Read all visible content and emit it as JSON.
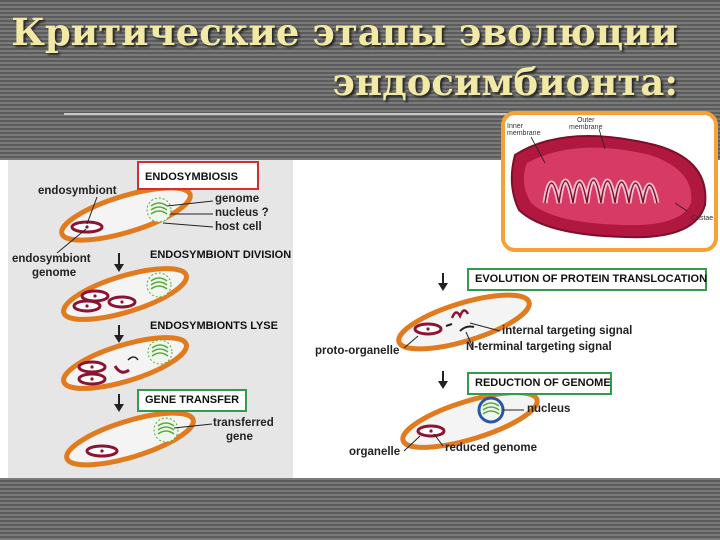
{
  "title": {
    "line1": "Критические этапы эволюции",
    "line2": "эндосимбионта:"
  },
  "stages": {
    "endosymbiosis": "ENDOSYMBIOSIS",
    "endosymbiont_division": "ENDOSYMBIONT DIVISION",
    "endosymbionts_lyse": "ENDOSYMBIONTS LYSE",
    "gene_transfer": "GENE TRANSFER",
    "evolution_protein_translocation": "EVOLUTION OF PROTEIN TRANSLOCATION",
    "reduction_of_genome": "REDUCTION OF GENOME"
  },
  "labels": {
    "endosymbiont": "endosymbiont",
    "endosymbiont_genome_1": "endosymbiont",
    "endosymbiont_genome_2": "genome",
    "genome": "genome",
    "nucleus_q": "nucleus ?",
    "host_cell": "host cell",
    "transferred_gene_1": "transferred",
    "transferred_gene_2": "gene",
    "internal_targeting_signal": "internal targeting signal",
    "n_terminal_targeting_signal": "N-terminal targeting signal",
    "proto_organelle": "proto-organelle",
    "nucleus": "nucleus",
    "organelle": "organelle",
    "reduced_genome": "reduced genome"
  },
  "mito_labels": {
    "outer_membrane_1": "Outer",
    "outer_membrane_2": "membrane",
    "inner_membrane_1": "Inner",
    "inner_membrane_2": "membrane",
    "cristae": "Cristae"
  },
  "colors": {
    "title": "#f3e9a6",
    "cell_outline": "#e07b1f",
    "cell_fill": "#f4f4f4",
    "endosymbiont": "#8c1433",
    "nucleus_green": "#5aa83a",
    "box_red": "#d4302b",
    "box_green": "#2f9d4c",
    "nucleus_ring": "#2b56a8"
  }
}
